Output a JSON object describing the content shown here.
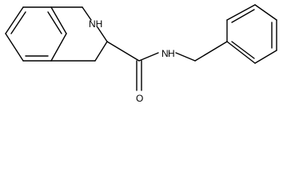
{
  "molecule": {
    "atoms": [
      {
        "id": "nh_ring",
        "label": "NH"
      },
      {
        "id": "nh_amide",
        "label": "N"
      },
      {
        "id": "h_amide",
        "label": "H"
      },
      {
        "id": "o_carbonyl",
        "label": "O"
      }
    ]
  },
  "colors": {
    "bond": "#000000",
    "label": "#000000",
    "background": "#ffffff"
  }
}
